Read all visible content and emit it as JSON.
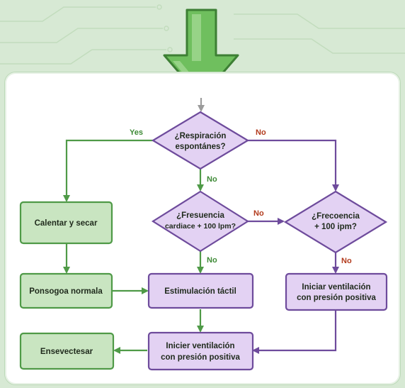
{
  "colors": {
    "green_fill": "#c9e5c1",
    "green_stroke": "#4f9a47",
    "purple_fill": "#e3d2f3",
    "purple_stroke": "#6e4b9c",
    "yes_color": "#3e8a36",
    "no_color": "#b23a1c",
    "arrow_fill": "#6fbf5e"
  },
  "nodes": {
    "decision_respiration": {
      "line1": "¿Respiración",
      "line2": "espontánes?"
    },
    "decision_hr_100": {
      "line1": "¿Fresuencia",
      "line2": "cardiace + 100 lpm?"
    },
    "decision_hr_lt100": {
      "line1": "¿Frecoencia",
      "line2": "+ 100 ipm?"
    },
    "warm_dry": {
      "label": "Calentar y secar"
    },
    "position_normal": {
      "label": "Ponsogoa normala"
    },
    "tactile_stim": {
      "label": "Estimulación táctil"
    },
    "start_ppv_right": {
      "line1": "Iniciar ventilación",
      "line2": "con presión positiva"
    },
    "start_ppv_bottom": {
      "line1": "Inicier ventilación",
      "line2": "con presión positiva"
    },
    "end_box": {
      "label": "Ensevectesar"
    }
  },
  "edge_labels": {
    "resp_yes": "Yes",
    "resp_no": "No",
    "resp_down_no": "No",
    "hr_right_no": "No",
    "hr_down_no": "No",
    "hr2_down_no": "No"
  },
  "icons": {
    "top_arrow": "down-arrow-icon"
  }
}
